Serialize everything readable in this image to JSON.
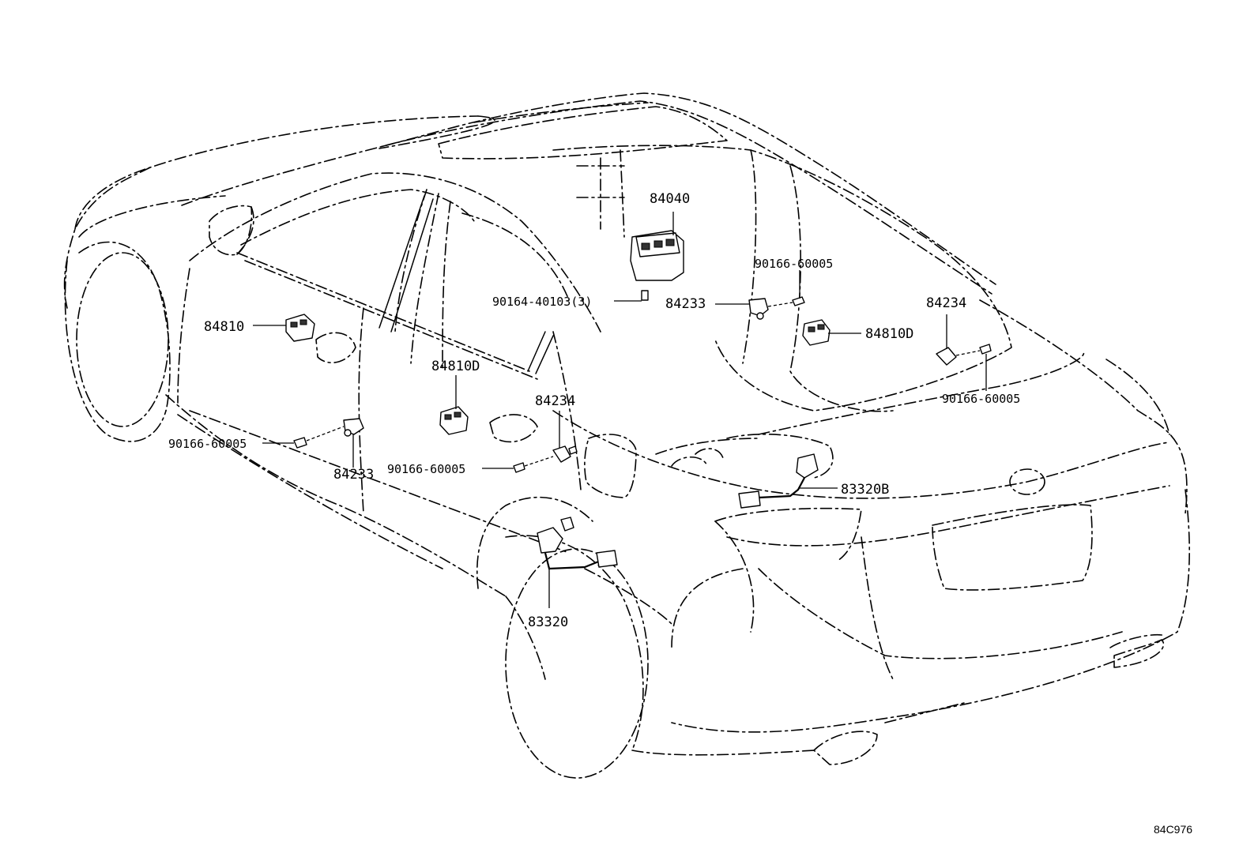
{
  "labels": {
    "p84040": "84040",
    "p90166_a": "90166-60005",
    "p90164": "90164-40103(3)",
    "p84233_a": "84233",
    "p84234_a": "84234",
    "p84810": "84810",
    "p84810D_a": "84810D",
    "p84810D_b": "84810D",
    "p90166_b": "90166-60005",
    "p84234_b": "84234",
    "p90166_c": "90166-60005",
    "p90166_d": "90166-60005",
    "p84233_b": "84233",
    "p83320B": "83320B",
    "p83320": "83320"
  },
  "diagram_code": "84C976"
}
